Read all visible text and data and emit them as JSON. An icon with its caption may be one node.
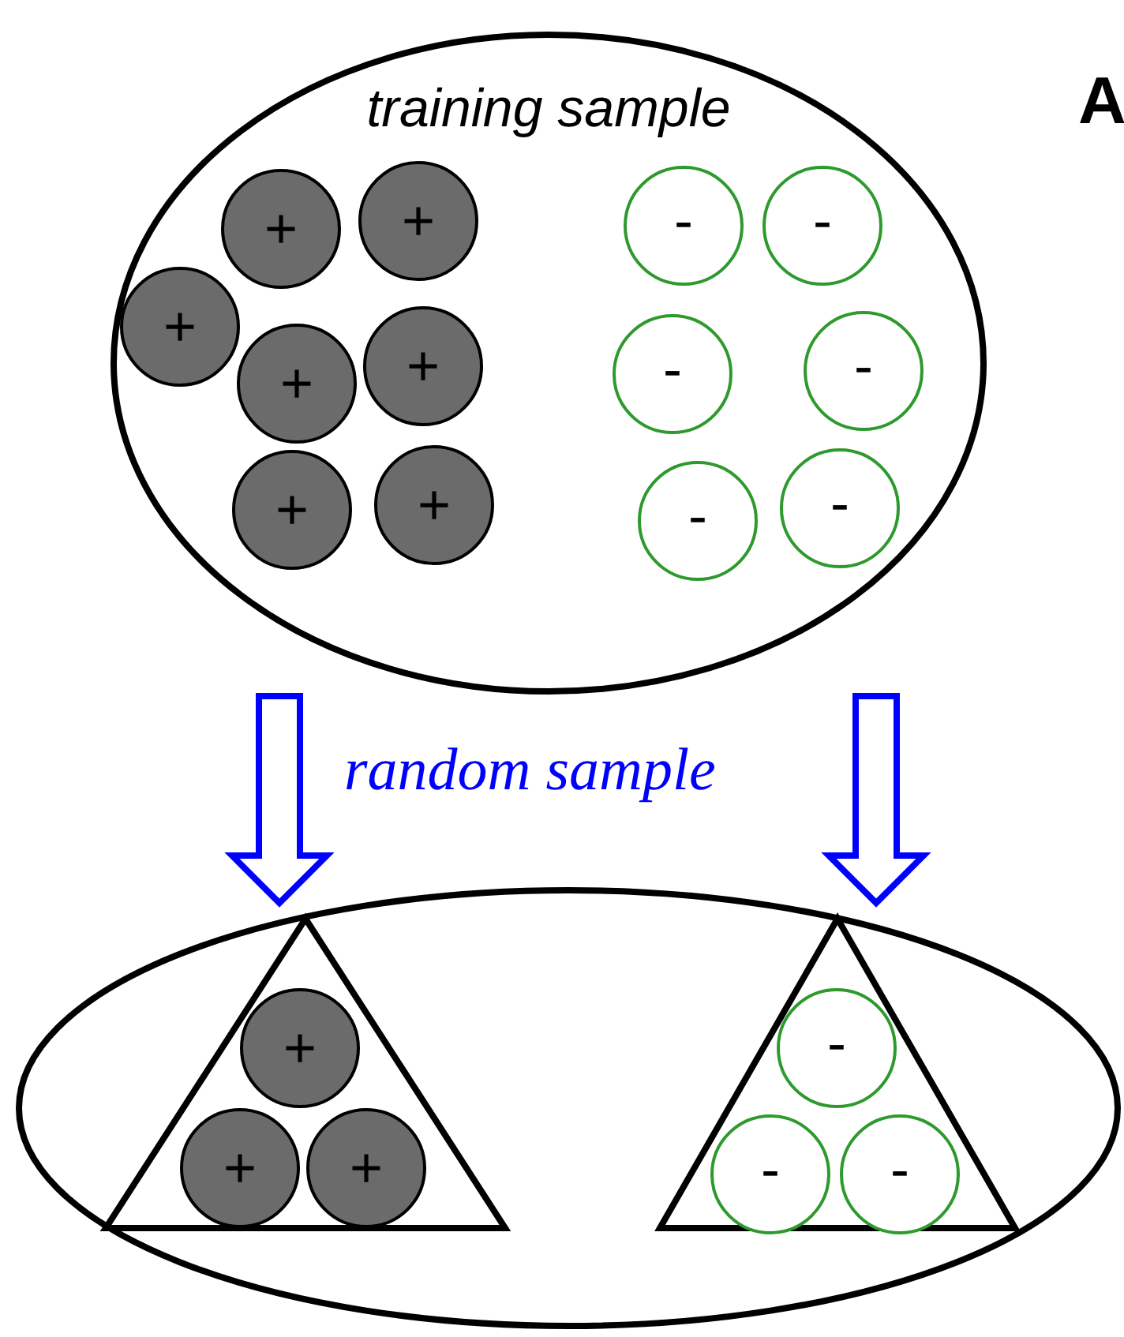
{
  "diagram": {
    "nodes": [
      {
        "text": [
          "training sample"
        ]
      },
      {
        "text": [
          "+"
        ],
        "in": 0
      },
      {
        "text": [
          "+"
        ],
        "in": 0
      },
      {
        "text": [
          "-"
        ],
        "in": 0
      },
      {
        "text": [
          "-"
        ],
        "in": 0
      },
      {
        "text": [
          "+"
        ],
        "in": 0
      },
      {
        "text": [
          "+"
        ],
        "in": 0
      },
      {
        "text": [
          "+"
        ],
        "in": 0
      },
      {
        "text": [
          "-"
        ],
        "in": 0
      },
      {
        "text": [
          "-"
        ],
        "in": 0
      },
      {
        "text": [
          "+"
        ],
        "in": 0
      },
      {
        "text": [
          "+"
        ],
        "in": 0
      },
      {
        "text": [
          "-"
        ],
        "in": 0
      },
      {
        "text": [
          "-"
        ],
        "in": 0
      },
      {
        "text": [],
        "shape": "ellipse"
      },
      {
        "text": [],
        "shape": "triangle",
        "in": 14
      },
      {
        "text": [
          "+"
        ],
        "in": 15
      },
      {
        "text": [
          "+"
        ],
        "in": 15
      },
      {
        "text": [
          "+"
        ],
        "in": 15
      },
      {
        "text": [],
        "shape": "triangle",
        "in": 14
      },
      {
        "text": [
          "-"
        ],
        "in": 19
      },
      {
        "text": [
          "-"
        ],
        "in": 19
      },
      {
        "text": [
          "-"
        ],
        "in": 19
      }
    ],
    "edges": [
      {
        "from": 0,
        "to": 15,
        "arrow": "to"
      },
      {
        "from": 0,
        "to": 19,
        "arrow": "to"
      }
    ],
    "labels": [
      "random sample",
      "A"
    ]
  }
}
